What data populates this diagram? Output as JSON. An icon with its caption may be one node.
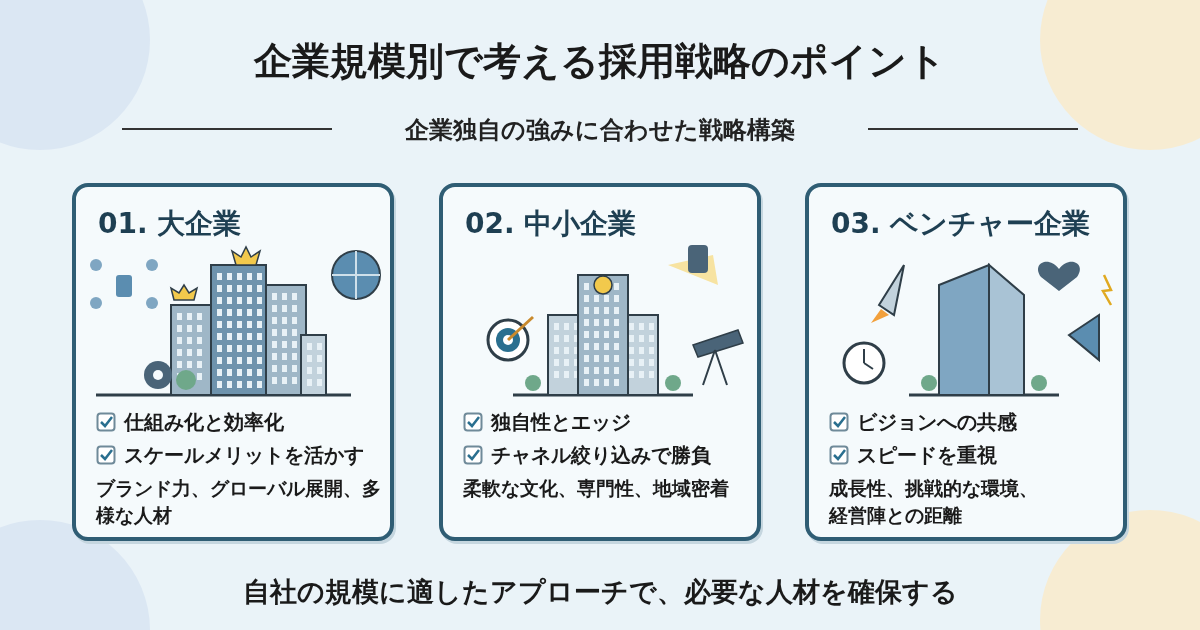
{
  "diagram": {
    "title": "企業規模別で考える採用戦略のポイント",
    "nodes": [
      {
        "text": [
          "01. 大企業",
          "仕組み化と効率化",
          "スケールメリットを活かす",
          "ブランド力、グローバル展開、多様な人材"
        ]
      },
      {
        "text": [
          "02. 中小企業",
          "独自性とエッジ",
          "チャネル絞り込みで勝負",
          "柔軟な文化、専門性、地域密着"
        ]
      },
      {
        "text": [
          "03. ベンチャー企業",
          "ビジョンへの共感",
          "スピードを重視",
          "成長性、挑戦的な環境、経営陣との距離"
        ]
      }
    ],
    "labels": [
      "企業独自の強みに合わせた戦略構築",
      "自社の規模に適したアプローチで、必要な人材を確保する"
    ]
  }
}
